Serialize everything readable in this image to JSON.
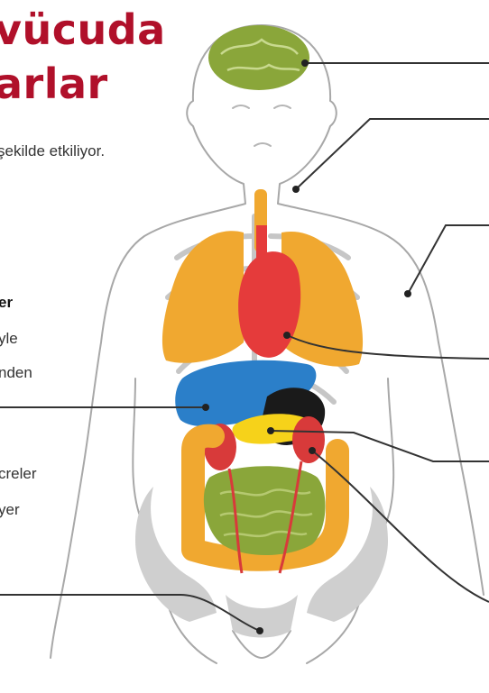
{
  "title_line1": "vücuda",
  "title_line2": "arlar",
  "subtitle": "şekilde etkiliyor.",
  "left_fragments": [
    "er",
    "yle",
    "nden",
    "creler",
    "yer"
  ],
  "colors": {
    "title_red": "#b0102a",
    "brain": "#8aa63a",
    "lungs": "#f0a830",
    "heart": "#e53b3b",
    "liver": "#2b7fc9",
    "stomach": "#1a1a1a",
    "pancreas": "#f6d21a",
    "kidneys": "#d83a3a",
    "intestine_small": "#8aa63a",
    "intestine_large": "#f0a830",
    "pelvis": "#c8c8c8",
    "outline": "#9a9a9a",
    "leader_line": "#333333"
  }
}
